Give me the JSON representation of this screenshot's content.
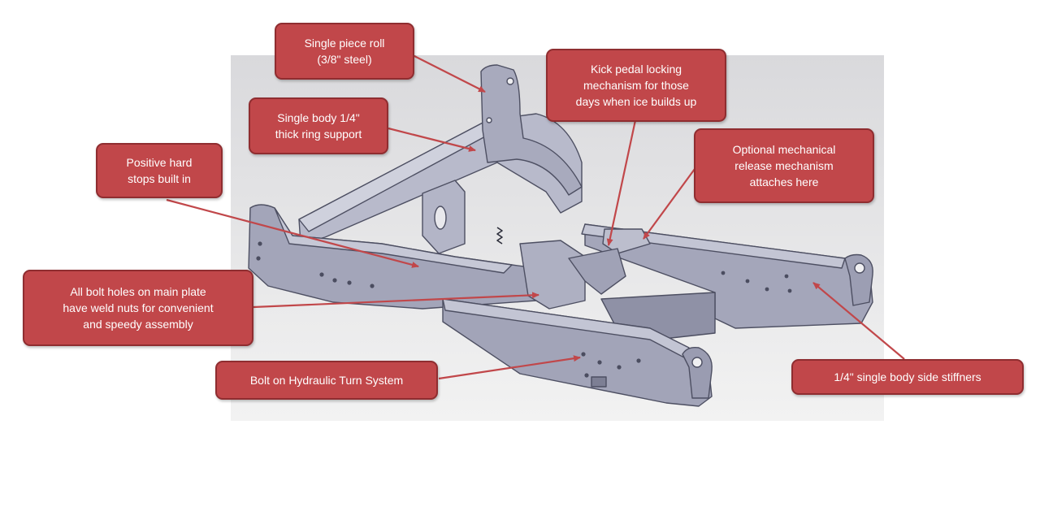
{
  "colors": {
    "callout_fill": "#c1474a",
    "callout_border": "#8f2d30",
    "callout_text": "#ffffff",
    "leader": "#c1474a",
    "frame_steel": "#a9abbe",
    "background_panel": "#e9e9ea"
  },
  "callouts": {
    "single_piece_roll": "Single piece roll\n(3/8\" steel)",
    "kick_pedal": "Kick pedal locking\nmechanism for those\ndays when ice builds up",
    "ring_support": "Single body 1/4\"\nthick ring support",
    "positive_stops": "Positive hard\nstops built in",
    "optional_release": "Optional mechanical\nrelease mechanism\nattaches here",
    "bolt_holes": "All bolt holes on main plate\nhave weld nuts for convenient\nand speedy assembly",
    "hydraulic_turn": "Bolt on Hydraulic Turn System",
    "side_stiffeners": "1/4\" single body side stiffners"
  }
}
